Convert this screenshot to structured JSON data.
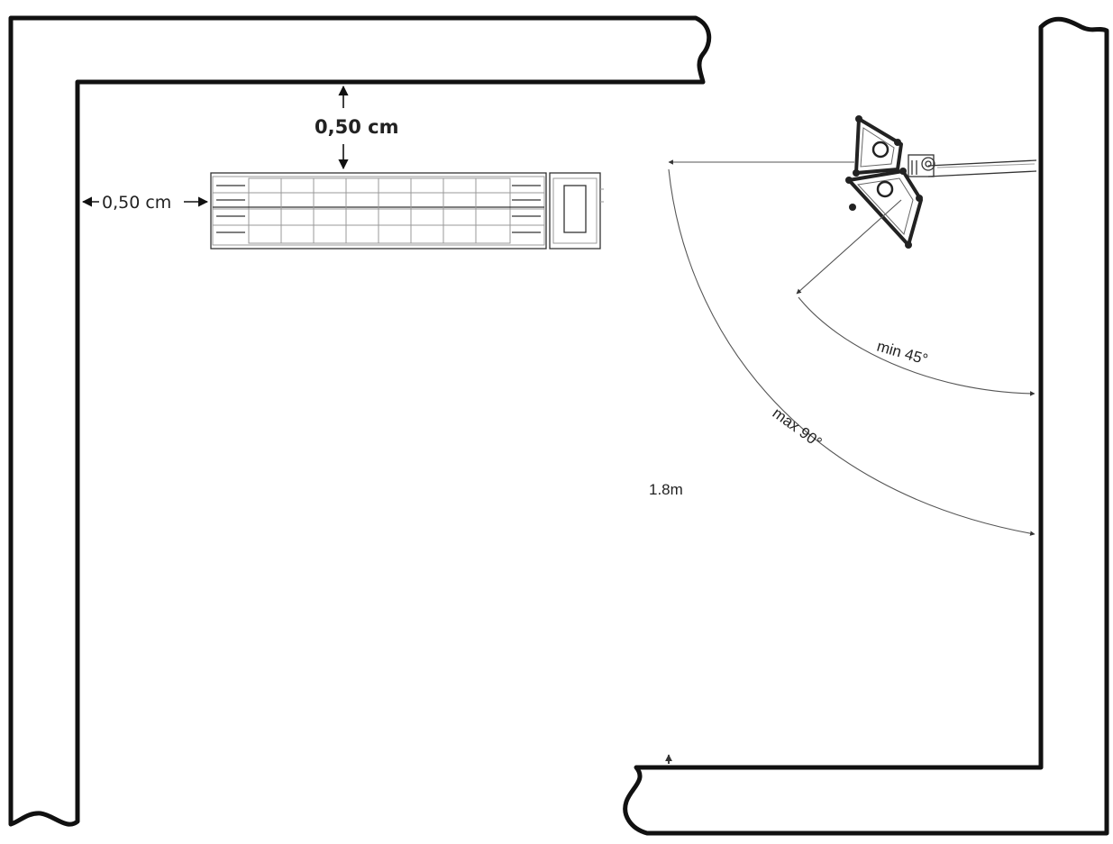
{
  "labels": {
    "top_clearance": "0,50 cm",
    "side_clearance": "0,50 cm",
    "min_angle": "min 45°",
    "max_angle": "max 90°",
    "height": "1.8m"
  }
}
